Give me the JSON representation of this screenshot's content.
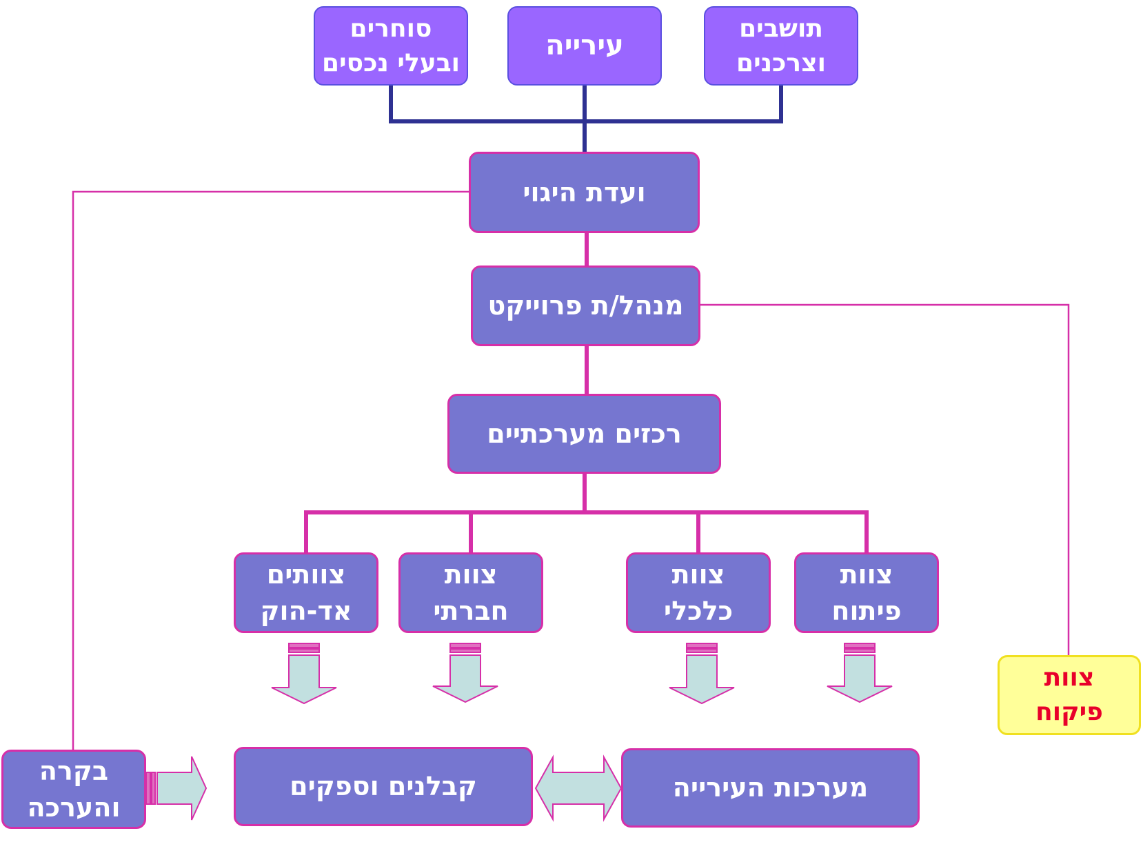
{
  "stakeholders": {
    "merchants": [
      "סוחרים",
      "ובעלי נכסים"
    ],
    "municipality": "עירייה",
    "residents": [
      "תושבים",
      "וצרכנים"
    ]
  },
  "steering_committee": "ועדת היגוי",
  "project_manager": "מנהל/ת פרוייקט",
  "system_coordinators": "רכזים מערכתיים",
  "teams": {
    "adhoc": [
      "צוותים",
      "אד-הוק"
    ],
    "social": [
      "צוות",
      "חברתי"
    ],
    "economic": [
      "צוות",
      "כלכלי"
    ],
    "development": [
      "צוות",
      "פיתוח"
    ]
  },
  "supervision_team": [
    "צוות",
    "פיקוח"
  ],
  "audit": [
    "בקרה",
    "והערכה"
  ],
  "contractors": "קבלנים וספקים",
  "city_systems": "מערכות העירייה",
  "colors": {
    "stakeholder_fill": "#9a66ff",
    "box_fill": "#7676d0",
    "magenta_line": "#d62fa8",
    "navy_line": "#2e3192",
    "supervision_fill": "#ffff99",
    "supervision_text": "#e8002a",
    "arrow_fill": "#c2e0e0"
  }
}
